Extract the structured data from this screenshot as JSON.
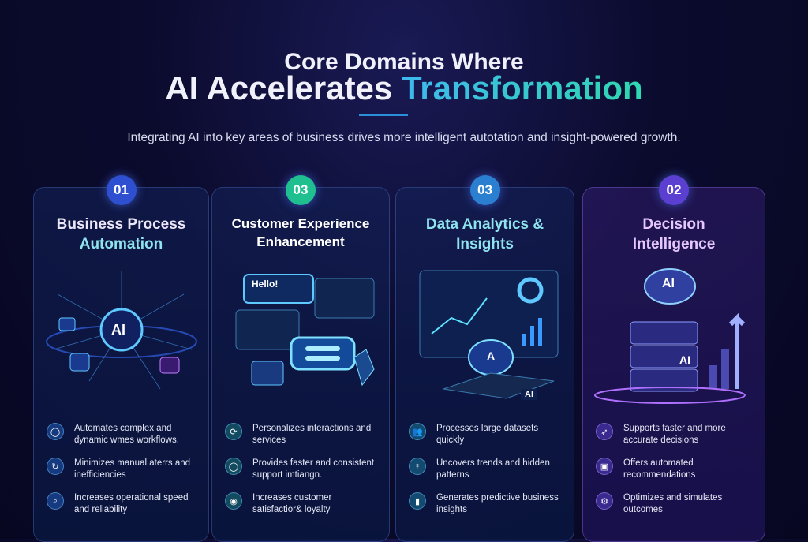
{
  "header": {
    "title_line1": "Core Domains Where",
    "title_line2_plain": "AI Accelerates",
    "title_line2_accent": "Transformation",
    "subtitle": "Integrating AI into key areas of business drives more intelligent autotation and insight-powered growth."
  },
  "colors": {
    "accent_blue": "#3fb8ee",
    "accent_teal": "#2fd8b0",
    "badge_blue": "#2d4fd0",
    "badge_green": "#1fbf90",
    "badge_sky": "#2a7fd0",
    "badge_purple": "#5a3fd0"
  },
  "cards": [
    {
      "number": "01",
      "title_a": "Business Process",
      "title_b": "Automation",
      "illus_text": "AI",
      "items": [
        {
          "icon": "shield-icon",
          "text": "Automates complex and dynamic wmes workflows."
        },
        {
          "icon": "refresh-icon",
          "text": "Minimizes manual aterrs and inefficiencies"
        },
        {
          "icon": "search-icon",
          "text": "Increases operational speed and reliability"
        }
      ]
    },
    {
      "number": "03",
      "title_a": "Customer Experience",
      "title_b": "Enhancement",
      "illus_text": "Hello!",
      "items": [
        {
          "icon": "sync-icon",
          "text": "Personalizes interactions and services"
        },
        {
          "icon": "shield-icon",
          "text": "Provides faster and consistent support imtiangn."
        },
        {
          "icon": "target-icon",
          "text": "Increases customer satisfactior& loyalty"
        }
      ]
    },
    {
      "number": "03",
      "title_a": "Data Analytics &",
      "title_b": "Insights",
      "illus_text": "AI",
      "illus_text2": "A",
      "items": [
        {
          "icon": "users-icon",
          "text": "Processes large datasets quickly"
        },
        {
          "icon": "lightbulb-icon",
          "text": "Uncovers trends and hidden patterns"
        },
        {
          "icon": "bar-chart-icon",
          "text": "Generates predictive business insights"
        }
      ]
    },
    {
      "number": "02",
      "title_a": "Decision",
      "title_b": "Intelligence",
      "illus_text": "AI",
      "illus_text2": "AI",
      "items": [
        {
          "icon": "rocket-icon",
          "text": "Supports faster and more accurate decisions"
        },
        {
          "icon": "box-icon",
          "text": "Offers automated recommendations"
        },
        {
          "icon": "gear-icon",
          "text": "Optimizes and simulates outcomes"
        }
      ]
    }
  ]
}
